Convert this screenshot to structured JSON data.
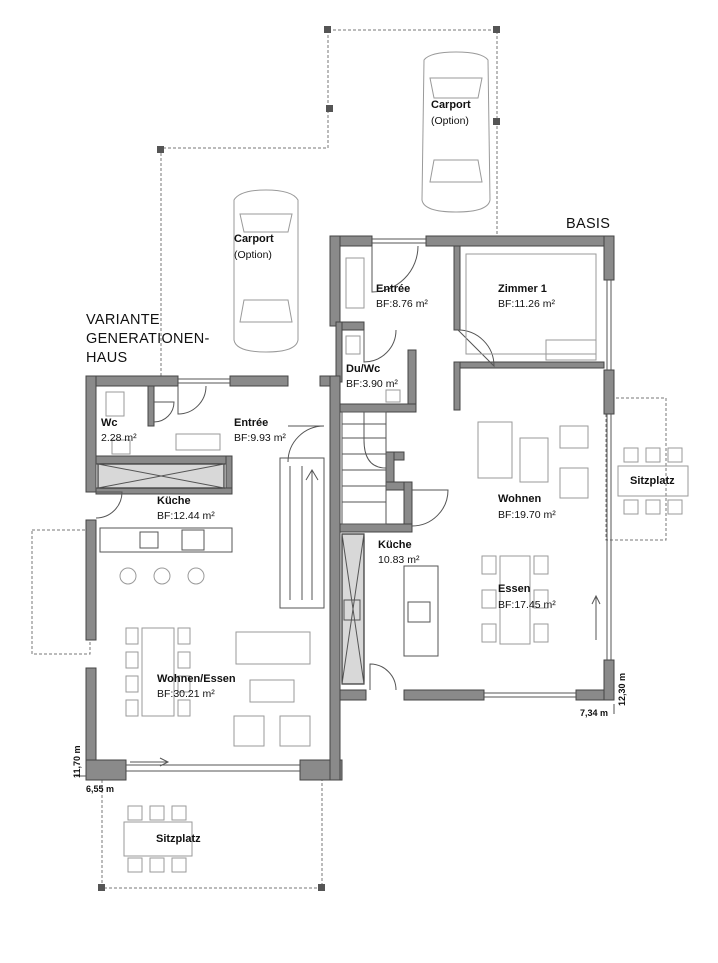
{
  "headings": {
    "basis": "BASIS",
    "variant_line1": "VARIANTE",
    "variant_line2": "GENERATIONEN-",
    "variant_line3": "HAUS"
  },
  "basis_rooms": {
    "carport": {
      "name": "Carport",
      "note": "(Option)"
    },
    "entree": {
      "name": "Entrée",
      "area": "BF:8.76 m²"
    },
    "zimmer1": {
      "name": "Zimmer 1",
      "area": "BF:11.26 m²"
    },
    "duwc": {
      "name": "Du/Wc",
      "area": "BF:3.90 m²"
    },
    "kueche": {
      "name": "Küche",
      "area": "10.83 m²"
    },
    "wohnen": {
      "name": "Wohnen",
      "area": "BF:19.70 m²"
    },
    "essen": {
      "name": "Essen",
      "area": "BF:17.45 m²"
    },
    "sitzplatz": {
      "name": "Sitzplatz"
    }
  },
  "variant_rooms": {
    "carport": {
      "name": "Carport",
      "note": "(Option)"
    },
    "wc": {
      "name": "Wc",
      "area": "2.28 m²"
    },
    "entree": {
      "name": "Entrée",
      "area": "BF:9.93 m²"
    },
    "kueche": {
      "name": "Küche",
      "area": "BF:12.44 m²"
    },
    "wohnen_essen": {
      "name": "Wohnen/Essen",
      "area": "BF:30.21 m²"
    },
    "sitzplatz": {
      "name": "Sitzplatz"
    }
  },
  "dimensions": {
    "basis_width": "7,34 m",
    "basis_depth": "12,30 m",
    "variant_width": "6,55 m",
    "variant_depth": "11,70 m"
  }
}
